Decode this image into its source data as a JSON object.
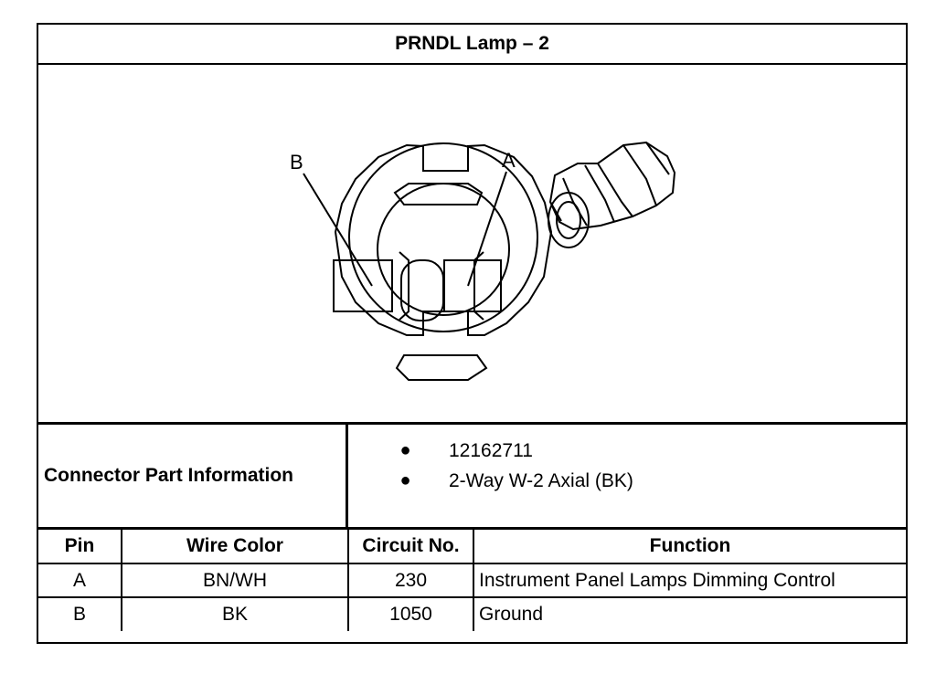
{
  "title": "PRNDL Lamp – 2",
  "figure": {
    "pin_labels": [
      "B",
      "A"
    ]
  },
  "connector_info": {
    "label": "Connector Part Information",
    "items": [
      "12162711",
      "2-Way W-2 Axial (BK)"
    ]
  },
  "pin_table": {
    "headers": [
      "Pin",
      "Wire Color",
      "Circuit No.",
      "Function"
    ],
    "rows": [
      {
        "pin": "A",
        "wire_color": "BN/WH",
        "circuit": "230",
        "function": "Instrument Panel Lamps Dimming Control"
      },
      {
        "pin": "B",
        "wire_color": "BK",
        "circuit": "1050",
        "function": "Ground"
      }
    ]
  }
}
